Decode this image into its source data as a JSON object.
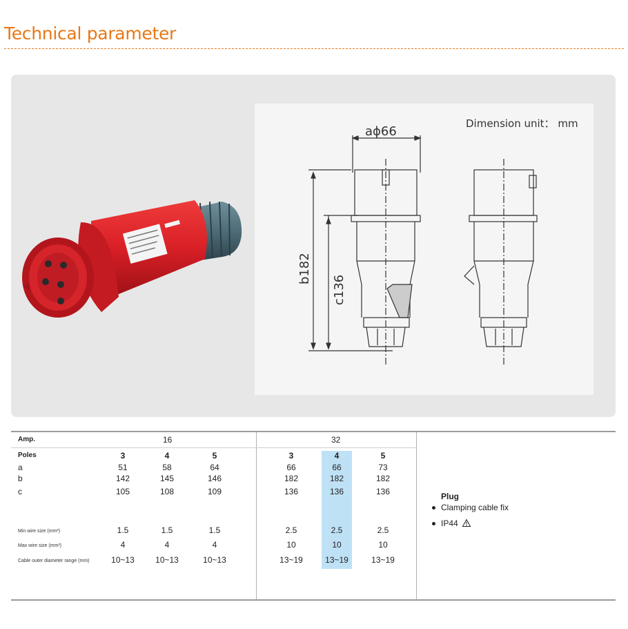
{
  "header": {
    "title": "Technical parameter"
  },
  "drawing": {
    "unit_label": "Dimension unit： mm",
    "dim_a": "aϕ66",
    "dim_b": "b182",
    "dim_c": "c136"
  },
  "table": {
    "amp_label": "Amp.",
    "poles_label": "Poles",
    "amp_groups": [
      "16",
      "32"
    ],
    "rows": [
      {
        "label": "a",
        "values": [
          "51",
          "58",
          "64",
          "66",
          "66",
          "73"
        ]
      },
      {
        "label": "b",
        "values": [
          "142",
          "145",
          "146",
          "182",
          "182",
          "182"
        ]
      },
      {
        "label": "c",
        "values": [
          "105",
          "108",
          "109",
          "136",
          "136",
          "136"
        ]
      }
    ],
    "poles": [
      "3",
      "4",
      "5",
      "3",
      "4",
      "5"
    ],
    "min_wire": {
      "label": "Min wire size (mm²)",
      "values": [
        "1.5",
        "1.5",
        "1.5",
        "2.5",
        "2.5",
        "2.5"
      ]
    },
    "max_wire": {
      "label": "Max wire size (mm²)",
      "values": [
        "4",
        "4",
        "4",
        "10",
        "10",
        "10"
      ]
    },
    "cable": {
      "label": "Cable outer diameter range (mm)",
      "values": [
        "10~13",
        "10~13",
        "10~13",
        "13~19",
        "13~19",
        "13~19"
      ]
    },
    "highlight_color": "#bfe1f5"
  },
  "plug": {
    "title": "Plug",
    "features": [
      "Clamping cable fix",
      "IP44"
    ],
    "ip_icon": "warning-triangle-icon"
  },
  "colors": {
    "accent": "#e87817",
    "plug_red": "#d81f26"
  }
}
